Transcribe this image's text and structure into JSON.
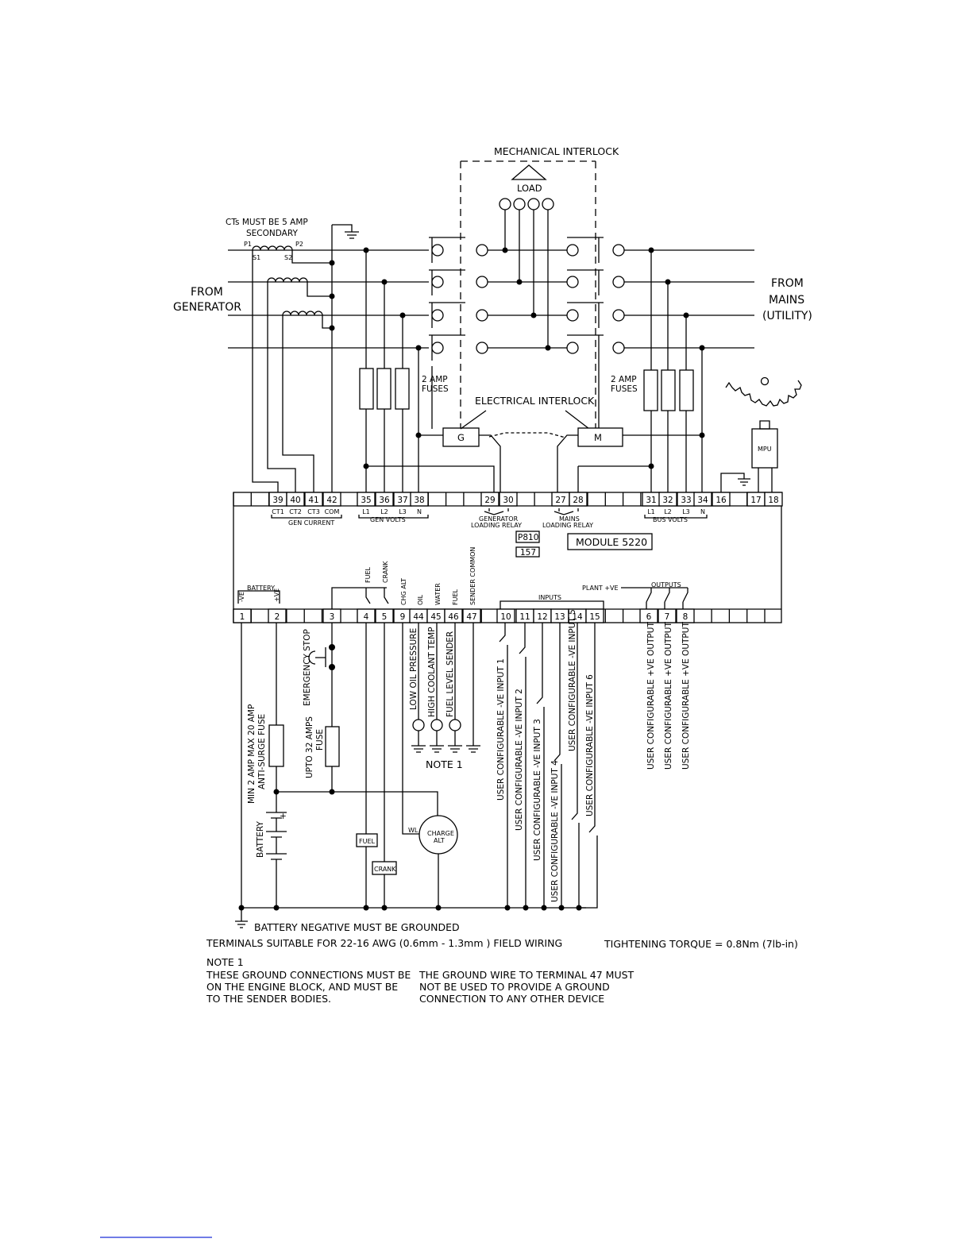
{
  "labels": {
    "mechanical_interlock": "MECHANICAL INTERLOCK",
    "load": "LOAD",
    "cts_line1": "CTs MUST BE 5 AMP",
    "cts_line2": "SECONDARY",
    "p1": "P1",
    "p2": "P2",
    "s1": "S1",
    "s2": "S2",
    "from_generator_1": "FROM",
    "from_generator_2": "GENERATOR",
    "from_mains_1": "FROM",
    "from_mains_2": "MAINS",
    "from_mains_3": "(UTILITY)",
    "gen_fuses_1": "2 AMP",
    "gen_fuses_2": "FUSES",
    "mains_fuses_1": "2 AMP",
    "mains_fuses_2": "FUSES",
    "electrical_interlock": "ELECTRICAL INTERLOCK",
    "gen_contactor": "G",
    "mains_contactor": "M",
    "mpu": "MPU",
    "gen_current": "GEN CURRENT",
    "gen_volts": "GEN VOLTS",
    "bus_volts": "BUS VOLTS",
    "gen_loading_relay_1": "GENERATOR",
    "gen_loading_relay_2": "LOADING RELAY",
    "mains_loading_relay_1": "MAINS",
    "mains_loading_relay_2": "LOADING RELAY",
    "p810": "P810",
    "code_157": "157",
    "module": "MODULE 5220",
    "battery_group": "BATTERY",
    "neg_short": "-VE",
    "pos_short": "+VE",
    "fuel_out": "FUEL",
    "crank_out": "CRANK",
    "chg_alt": "CHG ALT",
    "oil": "OIL",
    "water": "WATER",
    "fuel_sender": "FUEL",
    "sender_common": "SENDER COMMON",
    "inputs": "INPUTS",
    "plant_ve": "PLANT +VE",
    "outputs": "OUTPUTS",
    "emergency_stop": "EMERGENCY STOP",
    "fuse_32_1": "UPTO 32 AMPS",
    "fuse_32_2": "FUSE",
    "anti_surge_1": "MIN 2 AMP MAX 20 AMP",
    "anti_surge_2": "ANTI-SURGE FUSE",
    "battery": "BATTERY",
    "plus": "+",
    "low_oil": "LOW OIL PRESSURE",
    "high_coolant": "HIGH COOLANT TEMP",
    "fuel_level": "FUEL LEVEL SENDER",
    "note1_tag": "NOTE 1",
    "fuel_box": "FUEL",
    "crank_box": "CRANK",
    "wl": "WL",
    "charge_alt_1": "CHARGE",
    "charge_alt_2": "ALT",
    "input1": "USER CONFIGURABLE -VE INPUT 1",
    "input2": "USER CONFIGURABLE -VE INPUT 2",
    "input3": "USER CONFIGURABLE -VE INPUT 3",
    "input4": "USER CONFIGURABLE -VE INPUT 4",
    "input5": "USER CONFIGURABLE -VE INPUT 5",
    "input6": "USER CONFIGURABLE -VE INPUT 6",
    "output1": "USER CONFIGURABLE +VE OUTPUT",
    "output2": "USER CONFIGURABLE +VE OUTPUT",
    "output3": "USER CONFIGURABLE +VE OUTPUT"
  },
  "top_terminals": [
    {
      "num": "39",
      "sub": "CT1"
    },
    {
      "num": "40",
      "sub": "CT2"
    },
    {
      "num": "41",
      "sub": "CT3"
    },
    {
      "num": "42",
      "sub": "COM"
    },
    {
      "num": "35",
      "sub": "L1"
    },
    {
      "num": "36",
      "sub": "L2"
    },
    {
      "num": "37",
      "sub": "L3"
    },
    {
      "num": "38",
      "sub": "N"
    },
    {
      "num": "29",
      "sub": ""
    },
    {
      "num": "30",
      "sub": ""
    },
    {
      "num": "27",
      "sub": ""
    },
    {
      "num": "28",
      "sub": ""
    },
    {
      "num": "31",
      "sub": "L1"
    },
    {
      "num": "32",
      "sub": "L2"
    },
    {
      "num": "33",
      "sub": "L3"
    },
    {
      "num": "34",
      "sub": "N"
    },
    {
      "num": "16",
      "sub": ""
    },
    {
      "num": "17",
      "sub": ""
    },
    {
      "num": "18",
      "sub": ""
    }
  ],
  "bottom_terminals": [
    "1",
    "2",
    "3",
    "4",
    "5",
    "9",
    "44",
    "45",
    "46",
    "47",
    "10",
    "11",
    "12",
    "13",
    "14",
    "15",
    "6",
    "7",
    "8"
  ],
  "notes": {
    "battery_ground": "BATTERY NEGATIVE MUST BE GROUNDED",
    "terminals": "TERMINALS SUITABLE FOR 22-16 AWG (0.6mm - 1.3mm ) FIELD WIRING",
    "torque": "TIGHTENING TORQUE = 0.8Nm (7lb-in)",
    "note1_title": "NOTE 1",
    "note1_left": [
      "THESE GROUND CONNECTIONS MUST BE",
      "ON THE ENGINE BLOCK, AND MUST BE",
      "TO THE SENDER BODIES."
    ],
    "note1_right": [
      "THE GROUND WIRE TO TERMINAL 47 MUST",
      "NOT BE USED TO PROVIDE A GROUND",
      "CONNECTION TO ANY OTHER DEVICE"
    ]
  },
  "colors": {
    "ink": "#000000",
    "paper": "#ffffff",
    "footer_rule": "#1a2fd6"
  }
}
